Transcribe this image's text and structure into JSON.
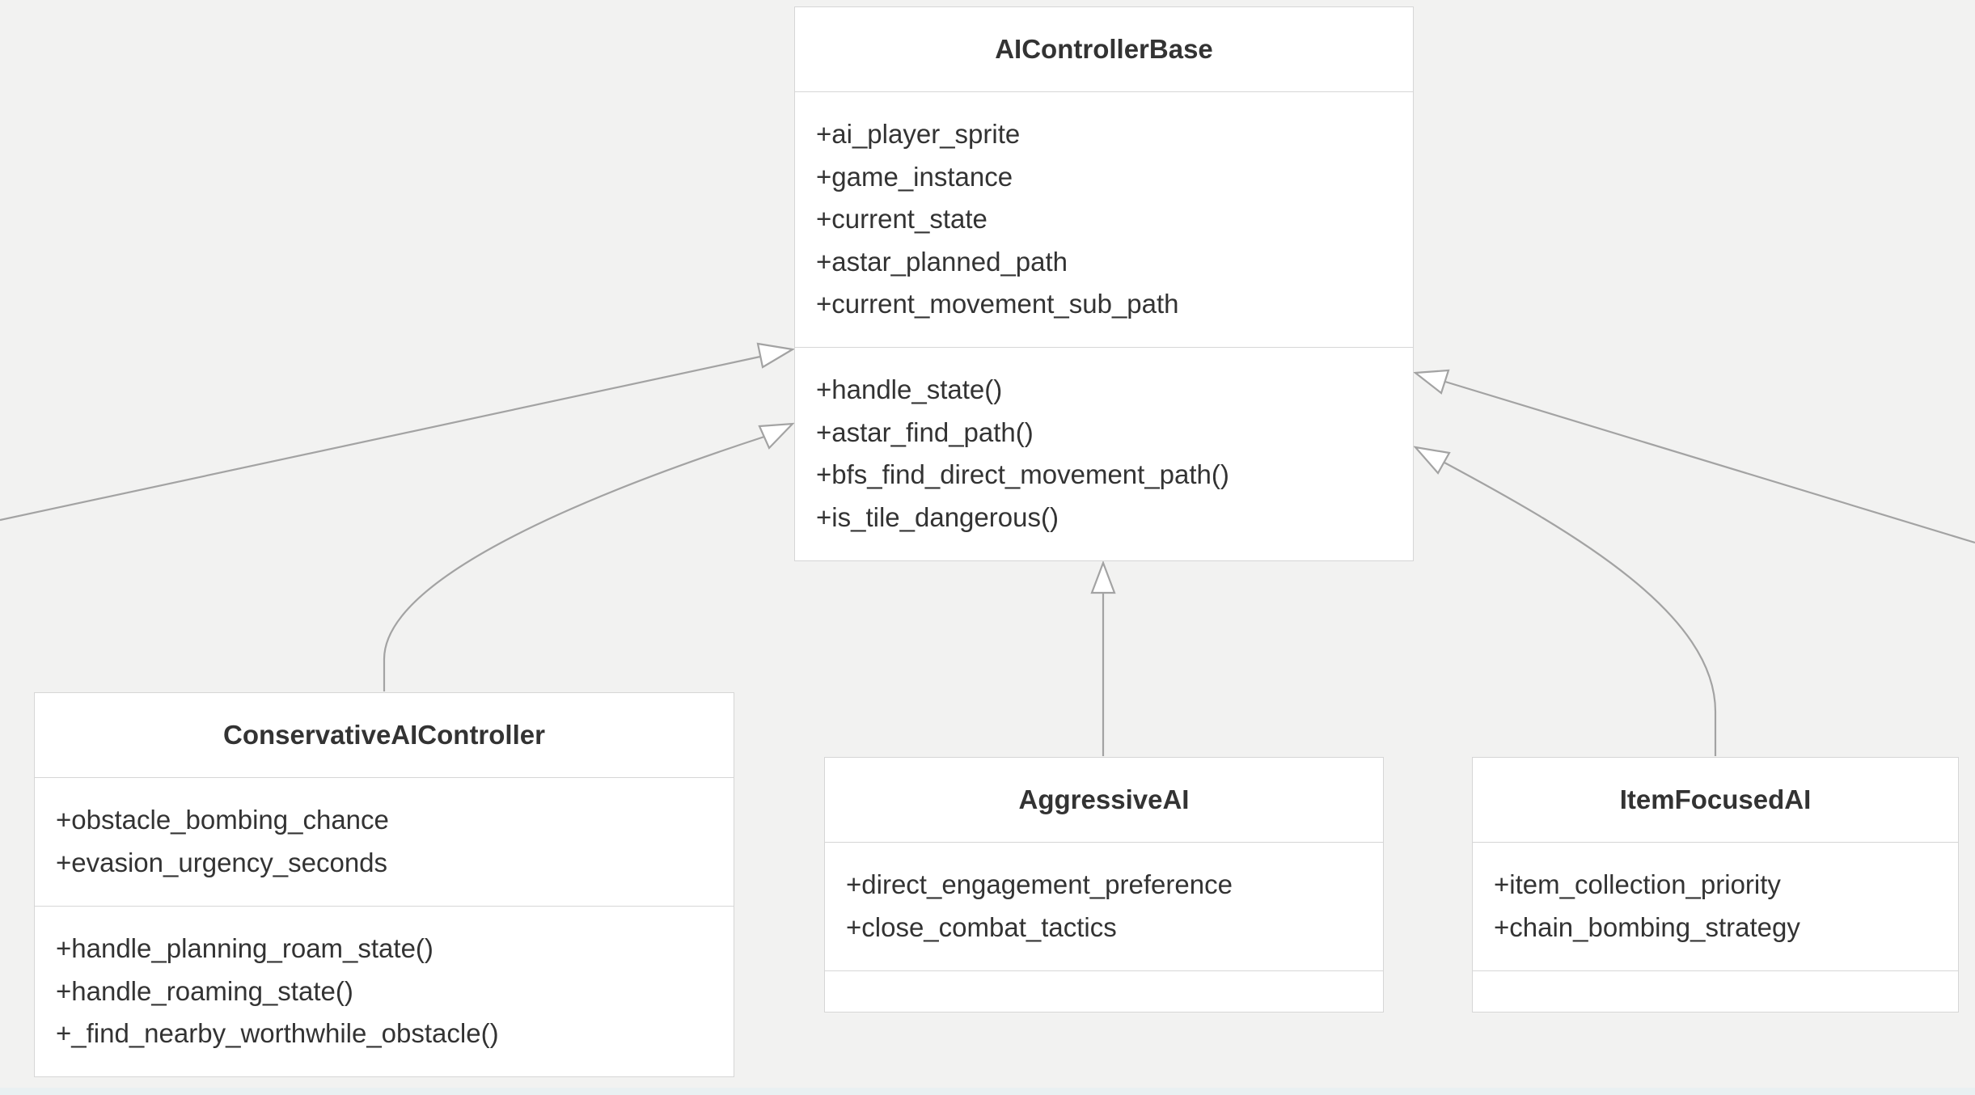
{
  "diagram": {
    "classes": {
      "base": {
        "name": "AIControllerBase",
        "attributes": [
          "+ai_player_sprite",
          "+game_instance",
          "+current_state",
          "+astar_planned_path",
          "+current_movement_sub_path"
        ],
        "methods": [
          "+handle_state()",
          "+astar_find_path()",
          "+bfs_find_direct_movement_path()",
          "+is_tile_dangerous()"
        ]
      },
      "conservative": {
        "name": "ConservativeAIController",
        "attributes": [
          "+obstacle_bombing_chance",
          "+evasion_urgency_seconds"
        ],
        "methods": [
          "+handle_planning_roam_state()",
          "+handle_roaming_state()",
          "+_find_nearby_worthwhile_obstacle()"
        ]
      },
      "aggressive": {
        "name": "AggressiveAI",
        "attributes": [
          "+direct_engagement_preference",
          "+close_combat_tactics"
        ],
        "methods": []
      },
      "item_focused": {
        "name": "ItemFocusedAI",
        "attributes": [
          "+item_collection_priority",
          "+chain_bombing_strategy"
        ],
        "methods": []
      }
    },
    "relations": [
      {
        "from": "conservative",
        "to": "base",
        "type": "inheritance"
      },
      {
        "from": "aggressive",
        "to": "base",
        "type": "inheritance"
      },
      {
        "from": "item_focused",
        "to": "base",
        "type": "inheritance"
      }
    ],
    "colors": {
      "background": "#f2f2f1",
      "box_fill": "#ffffff",
      "box_border": "#d6d6d6",
      "edge": "#a3a3a3",
      "text": "#333333"
    }
  }
}
